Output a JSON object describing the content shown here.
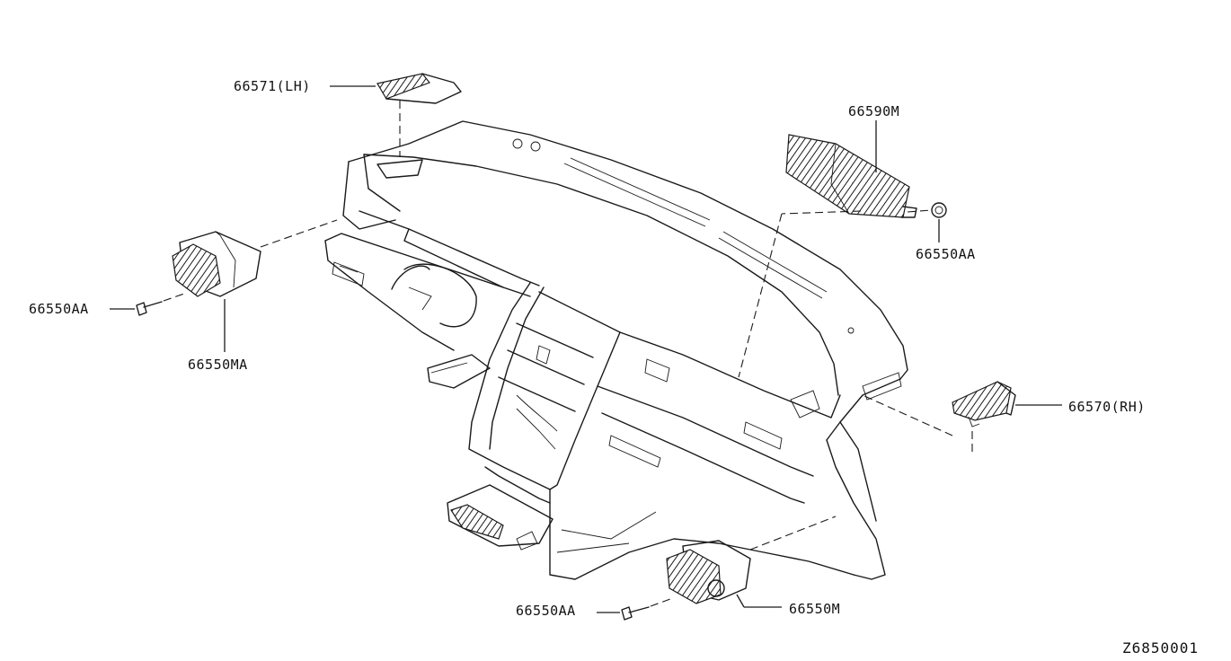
{
  "diagram_code": "Z6850001",
  "parts": [
    {
      "id": "lh_side_vent",
      "label": "66571(LH)"
    },
    {
      "id": "center_vent_right",
      "label": "66590M"
    },
    {
      "id": "screw_upper_right",
      "label": "66550AA"
    },
    {
      "id": "screw_left",
      "label": "66550AA"
    },
    {
      "id": "left_vent",
      "label": "66550MA"
    },
    {
      "id": "rh_side_vent",
      "label": "66570(RH)"
    },
    {
      "id": "screw_bottom",
      "label": "66550AA"
    },
    {
      "id": "right_lower_vent",
      "label": "66550M"
    }
  ]
}
